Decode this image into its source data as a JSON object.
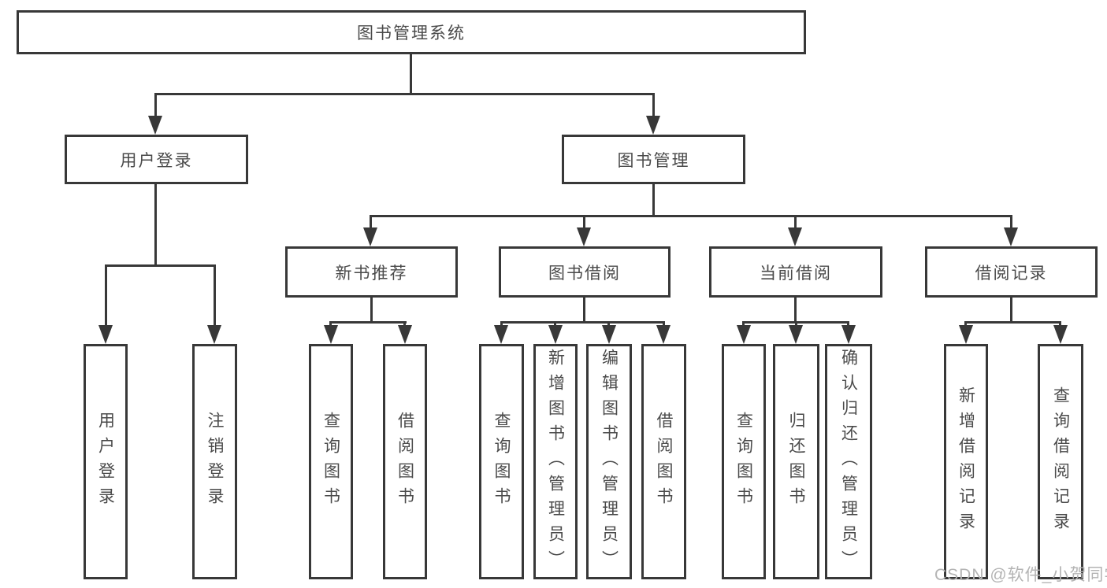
{
  "diagram": {
    "root": "图书管理系统",
    "level2": [
      "用户登录",
      "图书管理"
    ],
    "level3": [
      "新书推荐",
      "图书借阅",
      "当前借阅",
      "借阅记录"
    ],
    "leaves": {
      "user": [
        "用户登录",
        "注销登录"
      ],
      "recommend": [
        "查询图书",
        "借阅图书"
      ],
      "borrow": [
        "查询图书",
        "新增图书（管理员）",
        "编辑图书（管理员）",
        "借阅图书"
      ],
      "current": [
        "查询图书",
        "归还图书",
        "确认归还（管理员）"
      ],
      "record": [
        "新增借阅记录",
        "查询借阅记录"
      ]
    },
    "watermark": "CSDN @软件_小贺同学",
    "colors": {
      "line": "#383838",
      "text": "#4a4a4a",
      "watermark": "#b4b4b4",
      "background": "#ffffff"
    }
  }
}
